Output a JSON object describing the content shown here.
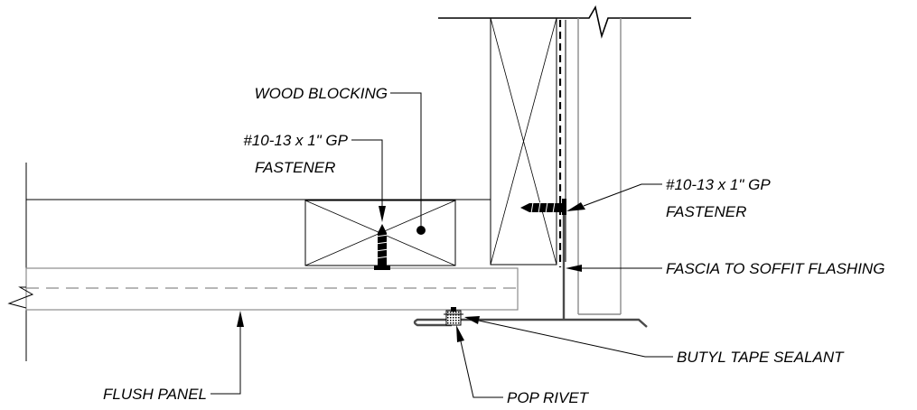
{
  "labels": {
    "wood_blocking": "WOOD BLOCKING",
    "fastener_left_line1": "#10-13 x 1\" GP",
    "fastener_left_line2": "FASTENER",
    "fastener_right_line1": "#10-13 x 1\" GP",
    "fastener_right_line2": "FASTENER",
    "fascia_flashing": "FASCIA TO SOFFIT FLASHING",
    "butyl_tape": "BUTYL TAPE  SEALANT",
    "pop_rivet": "POP RIVET",
    "flush_panel": "FLUSH PANEL"
  },
  "colors": {
    "line": "#000000",
    "panel": "#8c8c8c",
    "flashing": "#4a4a4a",
    "background": "#ffffff"
  }
}
